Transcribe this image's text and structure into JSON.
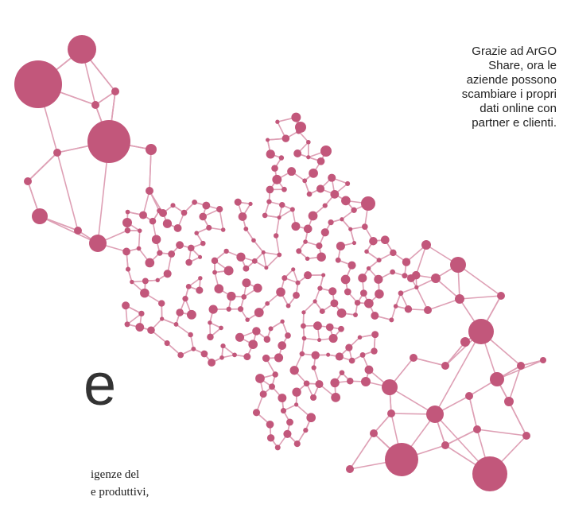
{
  "caption": {
    "lines": [
      "Grazie ad ArGO",
      "Share, ora le",
      "aziende possono",
      "scambiare i propri",
      "dati online con",
      "partner e clienti."
    ]
  },
  "heading_fragment": "e",
  "body_fragment": {
    "lines": [
      "igenze del",
      "e produttivi,"
    ]
  },
  "illustration": {
    "icon": "network-graph-illustration",
    "color": "#c2577b",
    "edge_color": "#dea0b5"
  }
}
